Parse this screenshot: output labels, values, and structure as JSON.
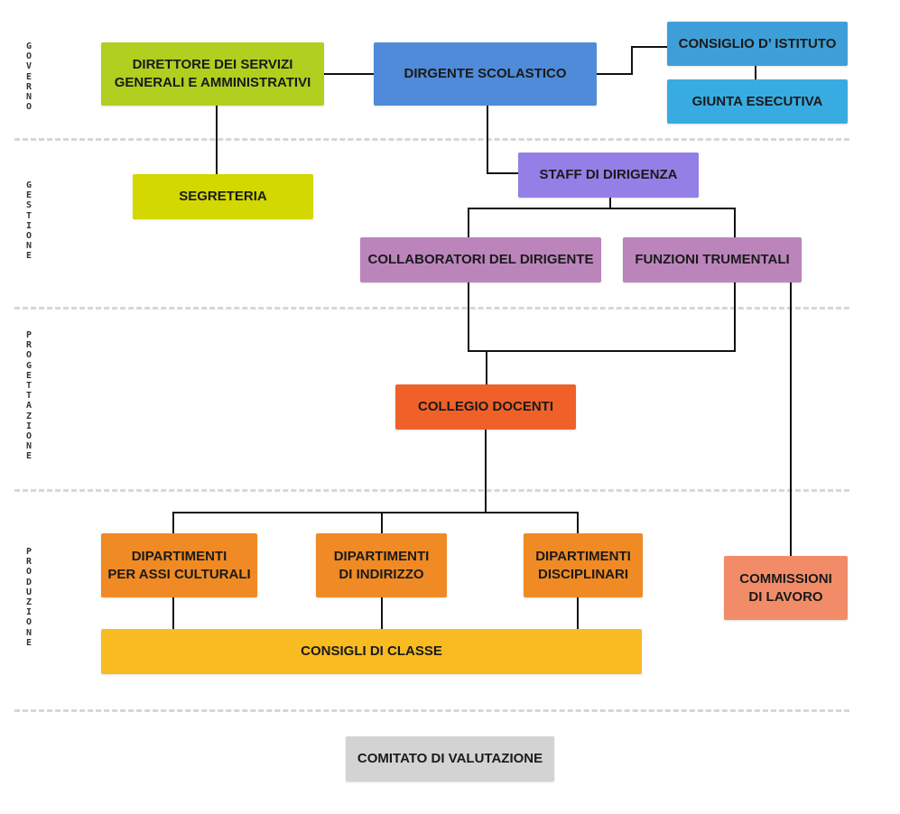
{
  "sections": {
    "governo": "GOVERNO",
    "gestione": "GESTIONE",
    "progettazione": "PROGETTAZIONE",
    "produzione": "PRODUZIONE"
  },
  "nodes": {
    "direttore": "DIRETTORE DEI SERVIZI\nGENERALI E AMMINISTRATIVI",
    "dirigente": "DIRGENTE SCOLASTICO",
    "consiglio_istituto": "CONSIGLIO D’ ISTITUTO",
    "giunta": "GIUNTA ESECUTIVA",
    "segreteria": "SEGRETERIA",
    "staff": "STAFF DI DIRIGENZA",
    "collaboratori": "COLLABORATORI DEL DIRIGENTE",
    "funzioni": "FUNZIONI  TRUMENTALI",
    "collegio": "COLLEGIO DOCENTI",
    "dip_assi": "DIPARTIMENTI\nPER ASSI CULTURALI",
    "dip_indirizzo": "DIPARTIMENTI\nDI INDIRIZZO",
    "dip_disciplinari": "DIPARTIMENTI\nDISCIPLINARI",
    "commissioni": "COMMISSIONI\nDI LAVORO",
    "consigli_classe": "CONSIGLI DI CLASSE",
    "comitato": "COMITATO DI VALUTAZIONE"
  },
  "colors": {
    "direttore": "#b0cf1f",
    "dirigente": "#4f8bd8",
    "consiglio_istituto": "#3e9fd8",
    "giunta": "#38ace2",
    "segreteria": "#d2d800",
    "staff": "#937fe6",
    "collaboratori": "#bb85bb",
    "funzioni": "#bb85bb",
    "collegio": "#ef6128",
    "dipartimenti": "#f08a24",
    "commissioni": "#f28c68",
    "consigli_classe": "#f8bb22",
    "comitato": "#d3d3d3"
  }
}
